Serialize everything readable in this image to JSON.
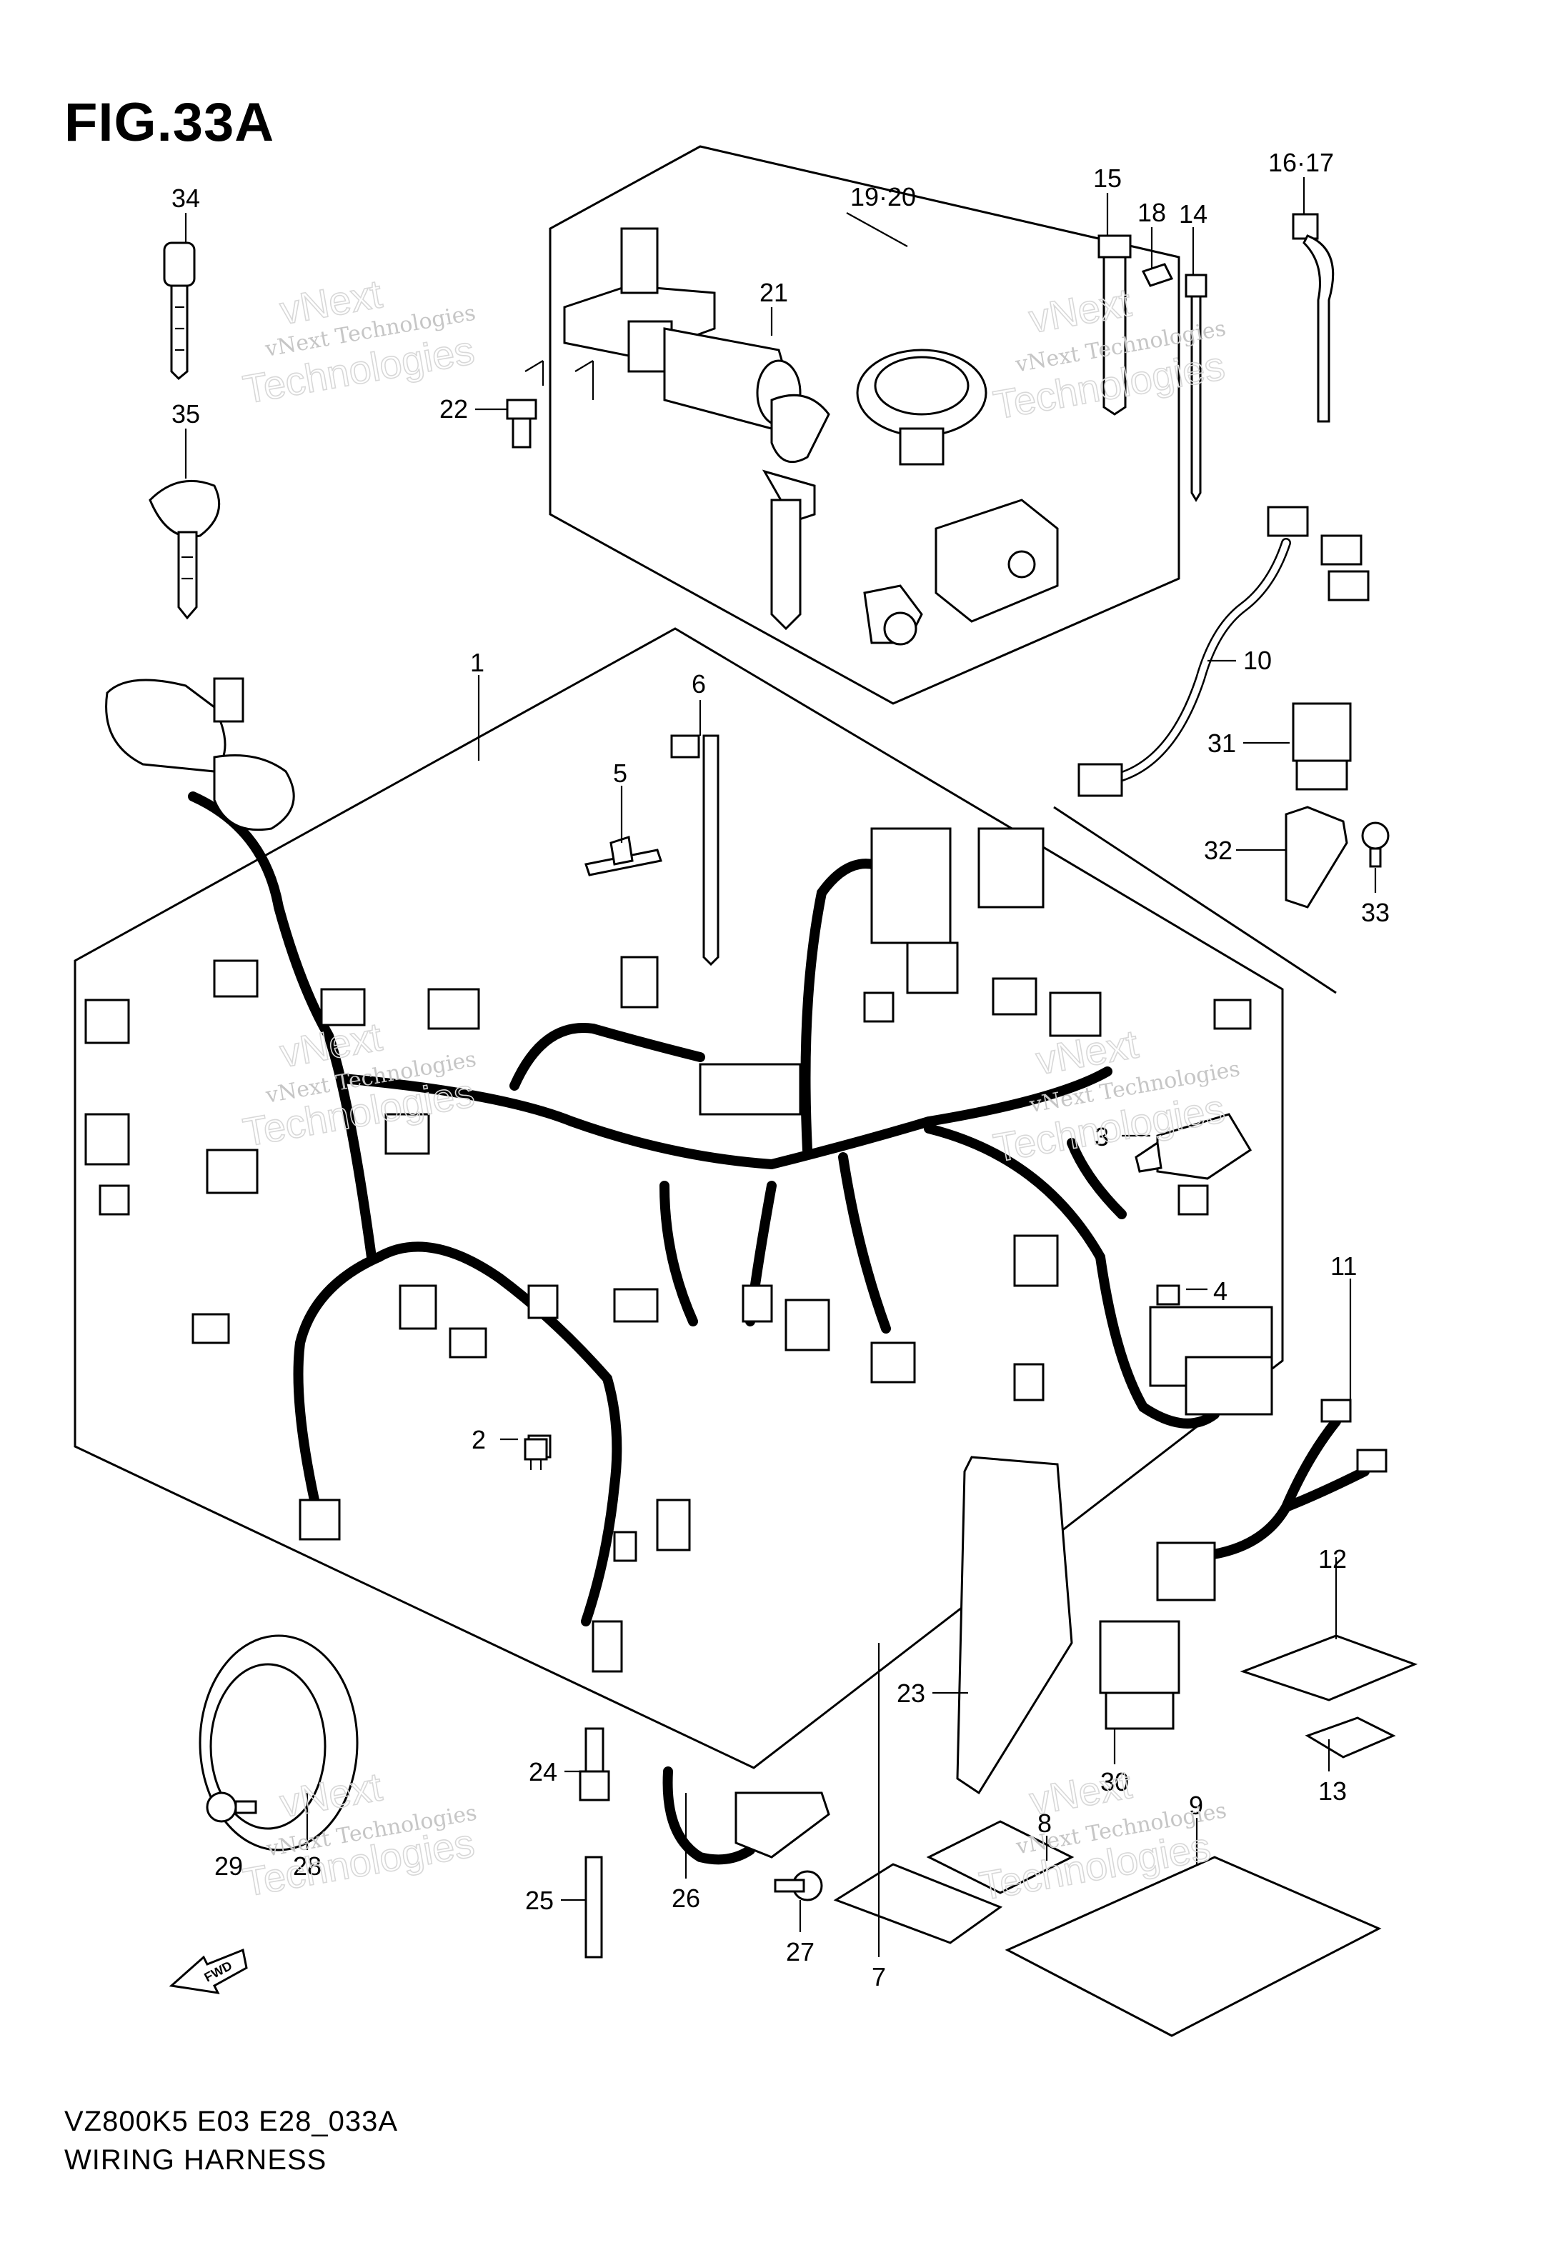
{
  "figure": {
    "title": "FIG.33A",
    "model_code": "VZ800K5 E03 E28_033A",
    "section_name": "WIRING HARNESS"
  },
  "watermark": {
    "line1": "vNext Technologies",
    "line2": "vNext",
    "line3": "Technologies"
  },
  "callouts": [
    "1",
    "2",
    "3",
    "4",
    "5",
    "6",
    "7",
    "8",
    "9",
    "10",
    "11",
    "12",
    "13",
    "14",
    "15",
    "16·17",
    "18",
    "19·20",
    "21",
    "22",
    "23",
    "24",
    "25",
    "26",
    "27",
    "28",
    "29",
    "30",
    "31",
    "32",
    "33",
    "34",
    "35"
  ],
  "direction_marker": "FWD",
  "colors": {
    "ink": "#000000",
    "background": "#ffffff",
    "watermark": "#c6c6c6"
  }
}
